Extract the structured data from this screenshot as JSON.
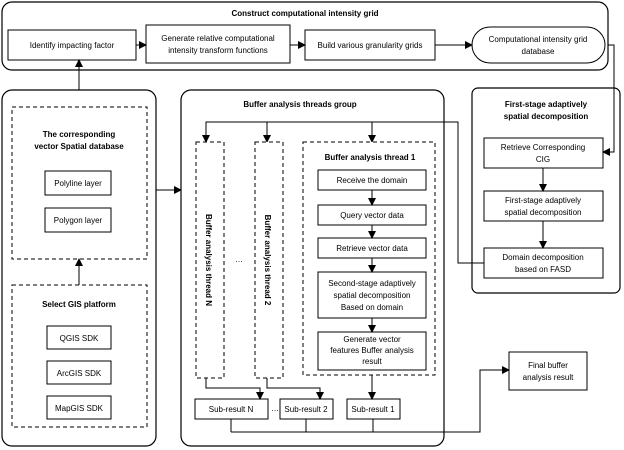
{
  "top_group": {
    "title": "Construct computational intensity grid",
    "steps": [
      "Identify  impacting factor",
      "Generate relative computational",
      "intensity transform functions",
      "Build various granularity grids",
      "Computational intensity grid",
      "database"
    ]
  },
  "vector_db": {
    "title_line1": "The corresponding",
    "title_line2": "vector Spatial database",
    "layers": [
      "Polyline layer",
      "Polygon layer"
    ]
  },
  "gis_platform": {
    "title": "Select GIS platform",
    "sdks": [
      "QGIS SDK",
      "ArcGIS SDK",
      "MapGIS SDK"
    ]
  },
  "buffer_group": {
    "title": "Buffer analysis threads group",
    "thread_n": "Buffer analysis thread N",
    "thread_2": "Buffer analysis thread 2",
    "ellipsis": "…",
    "thread_1": {
      "title": "Buffer analysis  thread 1",
      "steps": [
        "Receive the domain",
        "Query vector data",
        "Retrieve vector data",
        "Second-stage adaptively",
        "spatial decomposition",
        "Based on domain",
        "Generate vector",
        "features Buffer analysis",
        "result"
      ]
    },
    "subresults": [
      "Sub-result N",
      "Sub-result 2",
      "Sub-result 1"
    ]
  },
  "first_stage": {
    "title_line1": "First-stage adaptively",
    "title_line2": "spatial decomposition",
    "steps": [
      "Retrieve Corresponding",
      "CIG",
      "First-stage adaptively",
      "spatial decomposition",
      "Domain decomposition",
      "based on FASD"
    ]
  },
  "final": {
    "line1": "Final buffer",
    "line2": "analysis result"
  }
}
